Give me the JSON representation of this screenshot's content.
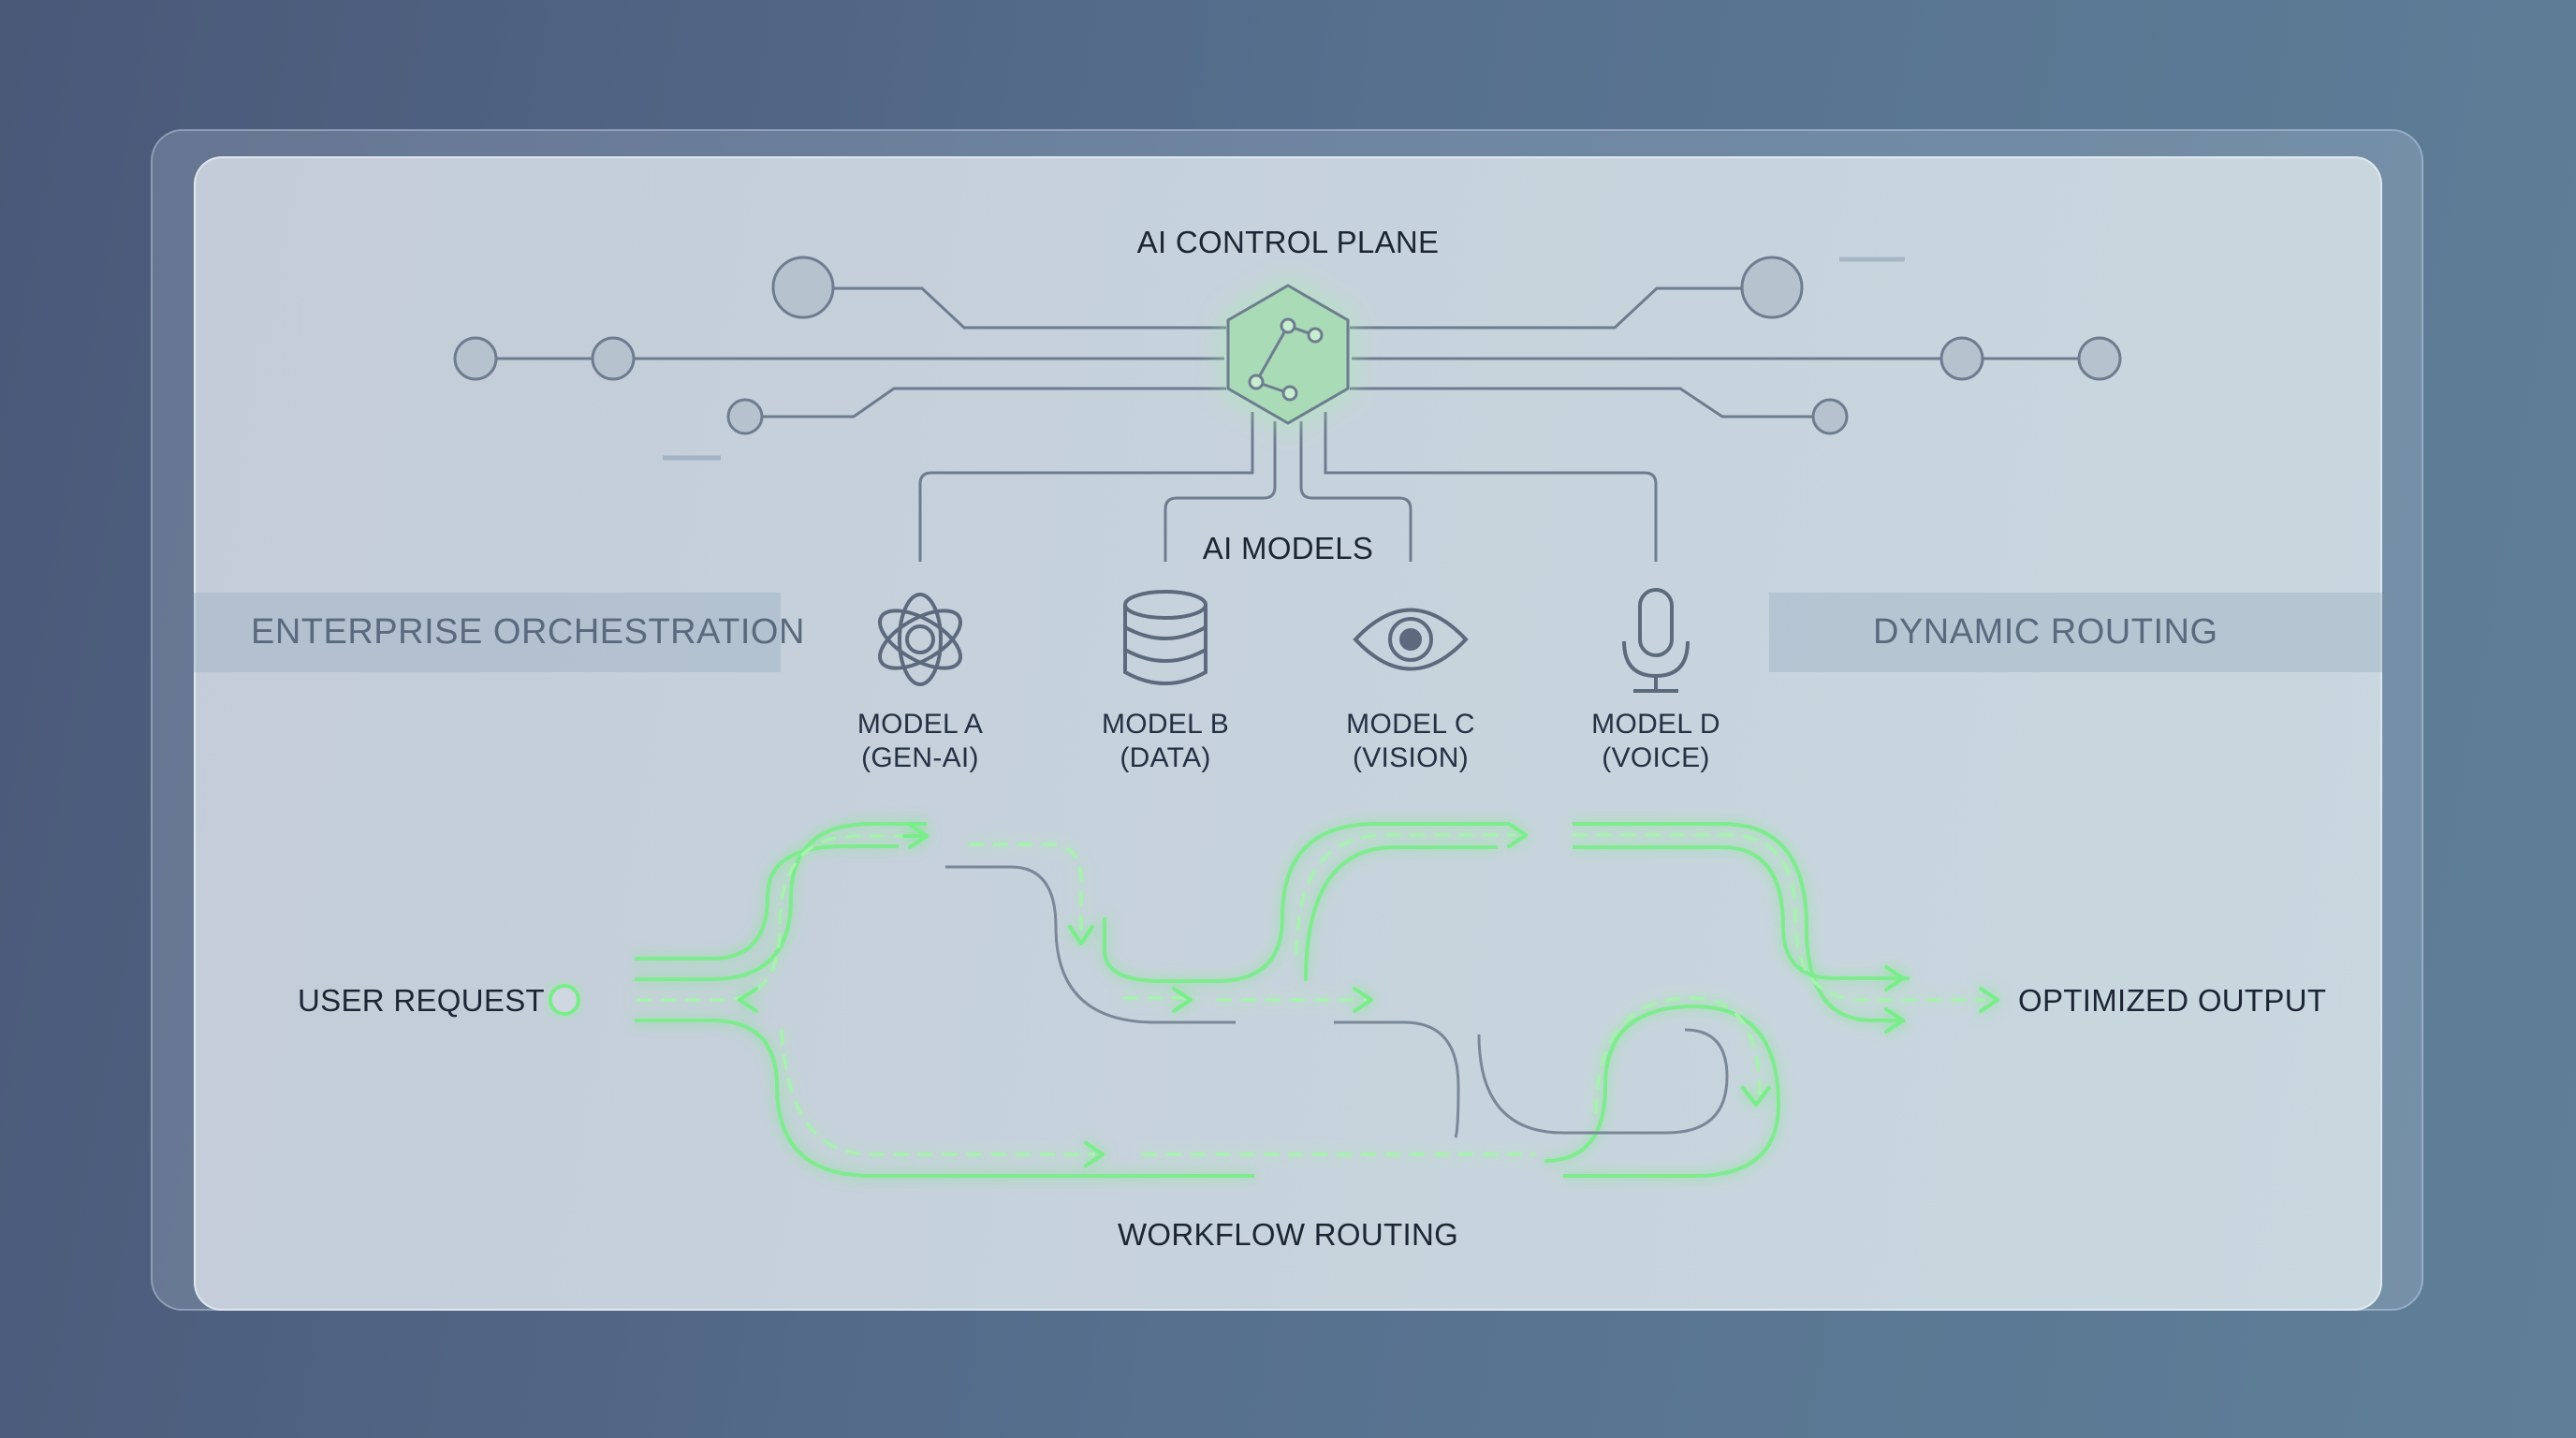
{
  "control_plane": {
    "title": "AI CONTROL PLANE"
  },
  "models_section": {
    "title": "AI MODELS"
  },
  "side_labels": {
    "left": "ENTERPRISE ORCHESTRATION",
    "right": "DYNAMIC ROUTING"
  },
  "models": [
    {
      "name": "MODEL A",
      "type": "(GEN-AI)",
      "icon": "openai-knot-icon"
    },
    {
      "name": "MODEL B",
      "type": "(DATA)",
      "icon": "database-icon"
    },
    {
      "name": "MODEL C",
      "type": "(VISION)",
      "icon": "eye-icon"
    },
    {
      "name": "MODEL D",
      "type": "(VOICE)",
      "icon": "microphone-icon"
    }
  ],
  "flow": {
    "input": "USER REQUEST",
    "output": "OPTIMIZED OUTPUT",
    "caption": "WORKFLOW ROUTING"
  },
  "colors": {
    "accent_green": "#7cf08a",
    "line_gray": "#6e7c90",
    "text_dark": "#1c2534"
  }
}
